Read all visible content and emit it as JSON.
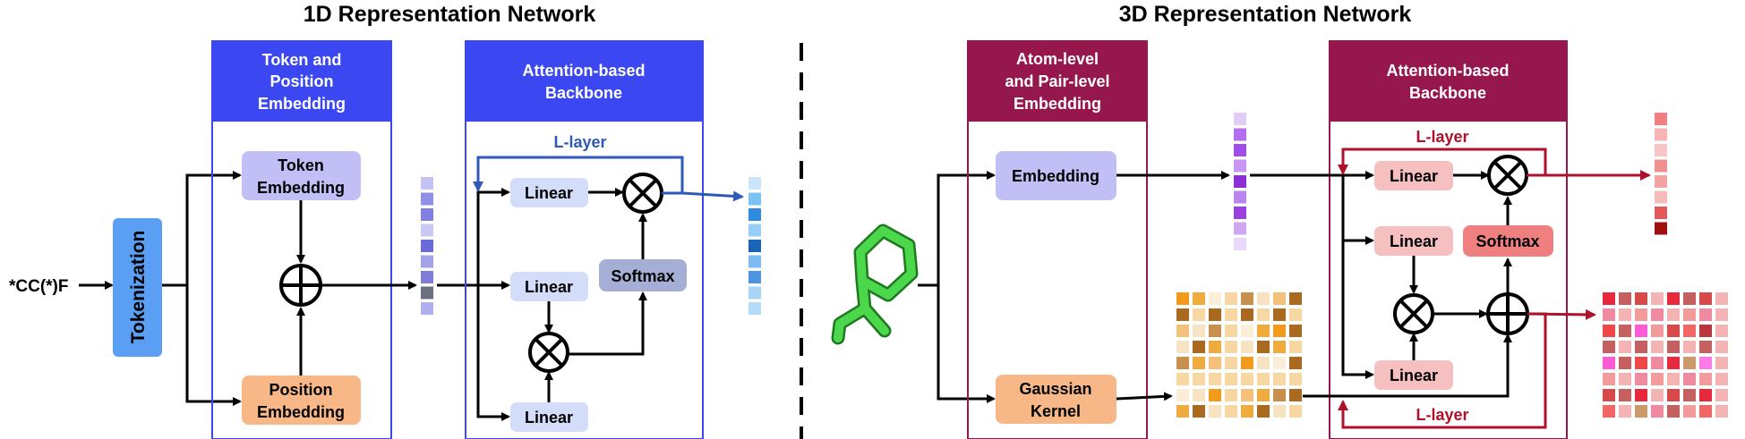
{
  "left": {
    "title": "1D Representation Network",
    "input_smiles": "*CC(*)F",
    "tokenization": "Tokenization",
    "embed_panel": {
      "header": [
        "Token and",
        "Position",
        "Embedding"
      ]
    },
    "token_embedding": [
      "Token",
      "Embedding"
    ],
    "position_embedding": [
      "Position",
      "Embedding"
    ],
    "backbone_panel": {
      "header": [
        "Attention-based",
        "Backbone"
      ]
    },
    "layer_label": "L-layer",
    "linear": "Linear",
    "softmax": "Softmax",
    "embed_vector_colors": [
      "#c4c4f4",
      "#8f8fe6",
      "#8080e0",
      "#c8c8f2",
      "#6a6ad8",
      "#a3a3ea",
      "#7d7dd8",
      "#6b7080",
      "#b0b0ee"
    ],
    "output_vector_colors": [
      "#cbe6fb",
      "#7cc3f5",
      "#2f8be0",
      "#98cdf6",
      "#1a64b8",
      "#7cbcf2",
      "#4c94e0",
      "#a8d4f6",
      "#b4dcf8"
    ]
  },
  "right": {
    "title": "3D Representation Network",
    "embed_panel": {
      "header": [
        "Atom-level",
        "and Pair-level",
        "Embedding"
      ]
    },
    "embedding": "Embedding",
    "gaussian_kernel": [
      "Gaussian",
      "Kernel"
    ],
    "backbone_panel": {
      "header": [
        "Attention-based",
        "Backbone"
      ]
    },
    "layer_label": "L-layer",
    "linear": "Linear",
    "softmax": "Softmax",
    "atom_vector_colors": [
      "#e2cdf7",
      "#b46ef0",
      "#a04ee8",
      "#c895f2",
      "#8d2fd6",
      "#b887ee",
      "#9a3fe0",
      "#cfa7f0",
      "#e9d8f9"
    ],
    "atom_output_colors": [
      "#f08080",
      "#f6b4b4",
      "#f7c5c5",
      "#f08f8f",
      "#f4a3a3",
      "#f6bcbc",
      "#e35858",
      "#a01010"
    ],
    "gaussian_grid_colors": [
      "#f7e3c2",
      "#f29a1c",
      "#f7d8a2",
      "#f5c07a",
      "#f0ab3f",
      "#c98f4c",
      "#a9691e",
      "#fbeed8"
    ],
    "pair_output_colors": [
      "#f04848",
      "#f26666",
      "#e8283c",
      "#f39a9a",
      "#ff7ae8",
      "#c46060",
      "#b8363c",
      "#f08aa0",
      "#d84a4a",
      "#cc9a6a",
      "#ff5bd6",
      "#f4b4b4"
    ]
  },
  "colors": {
    "blue_accent": "#3b48f2",
    "crimson_accent": "#96174e",
    "light_purple_box": "#c1bff6",
    "light_blue_box": "#d3dcf8",
    "softmax_blue": "#a5afd6",
    "orange_box": "#f8b786",
    "tokenization_blue": "#5a9ff3",
    "pink_box": "#f7c0c0",
    "softmax_red": "#f08080",
    "blue_loop": "#2f59b8",
    "red_loop": "#b0112a"
  }
}
